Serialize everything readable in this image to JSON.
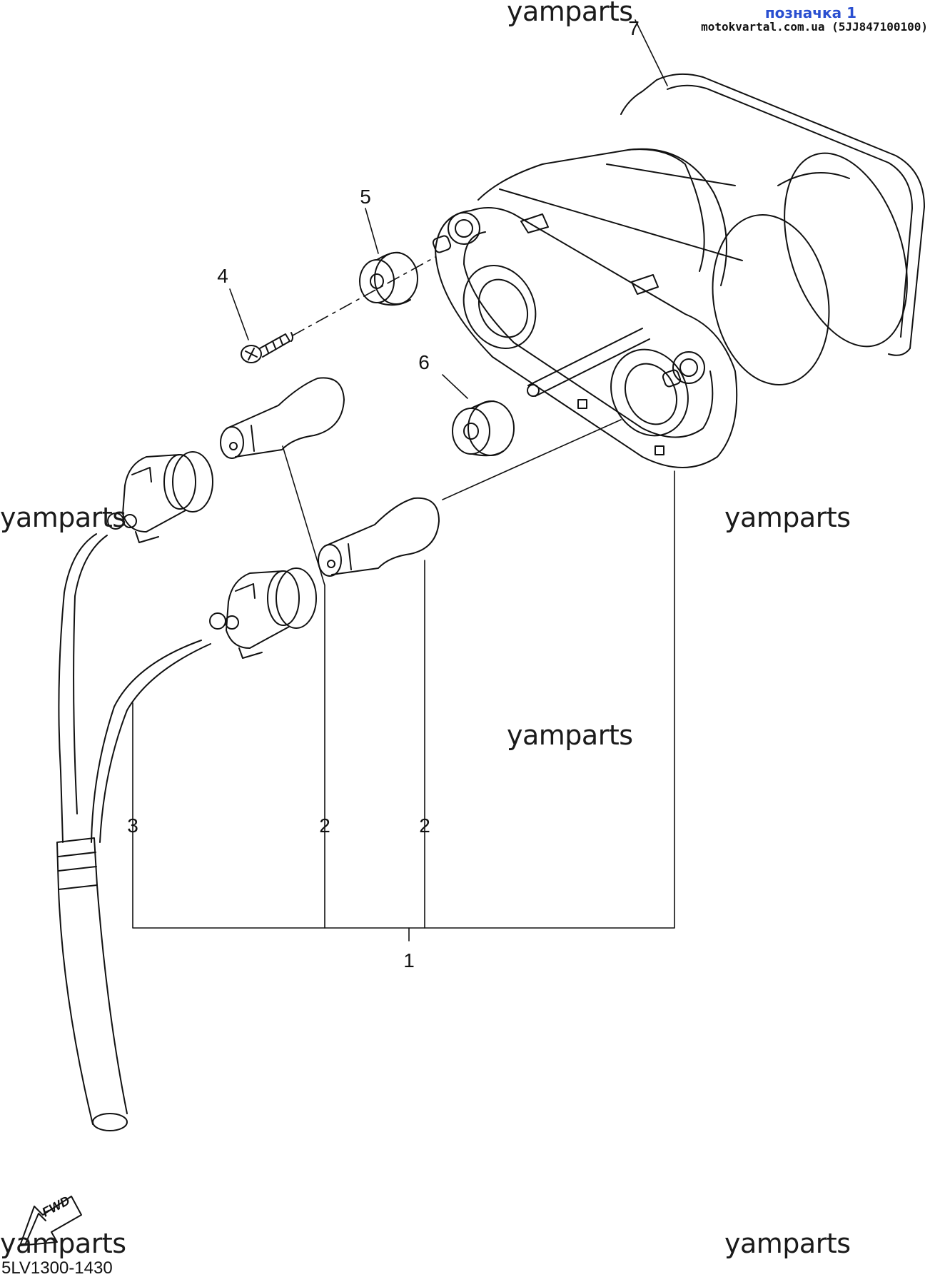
{
  "header": {
    "title": "позначка 1",
    "subtitle": "motokvartal.com.ua (5JJ847100100)"
  },
  "watermarks": [
    "yamparts",
    "yamparts",
    "yamparts",
    "yamparts",
    "yamparts",
    "yamparts"
  ],
  "callouts": {
    "c1": "1",
    "c2a": "2",
    "c2b": "2",
    "c3": "3",
    "c4": "4",
    "c5": "5",
    "c6": "6",
    "c7": "7"
  },
  "fwd_label": "FWD",
  "diagram_code": "5LV1300-1430"
}
